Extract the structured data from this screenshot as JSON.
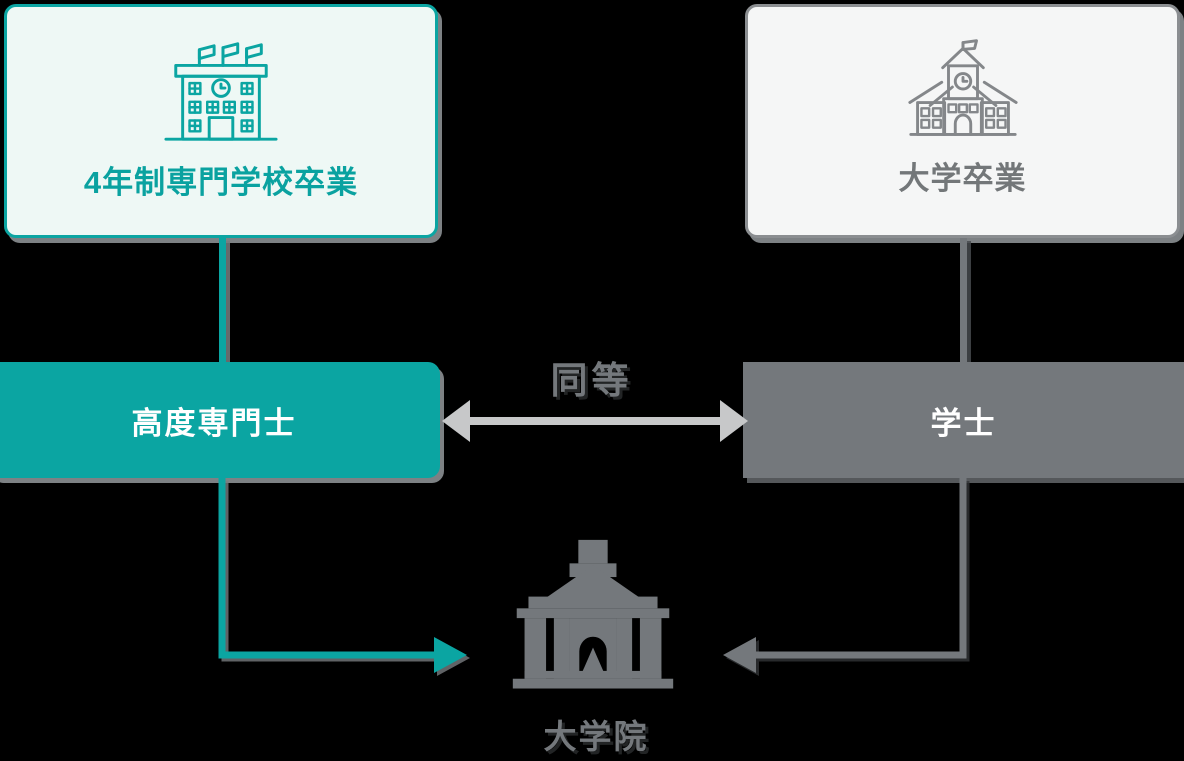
{
  "left_path": {
    "box_label": "4年制専門学校卒業",
    "bar_label": "高度専門士",
    "icon": "vocational-school-building-icon",
    "color": "#0ba5a2",
    "box_bg": "#eef8f5"
  },
  "right_path": {
    "box_label": "大学卒業",
    "bar_label": "学士",
    "icon": "university-building-icon",
    "color": "#74787c",
    "box_bg": "#f5f6f6"
  },
  "relation": {
    "label": "同等",
    "arrow": "double-headed-horizontal",
    "arrow_color": "#c7c8c9"
  },
  "destination": {
    "label": "大学院",
    "icon": "graduate-school-building-icon",
    "color": "#74787c"
  }
}
